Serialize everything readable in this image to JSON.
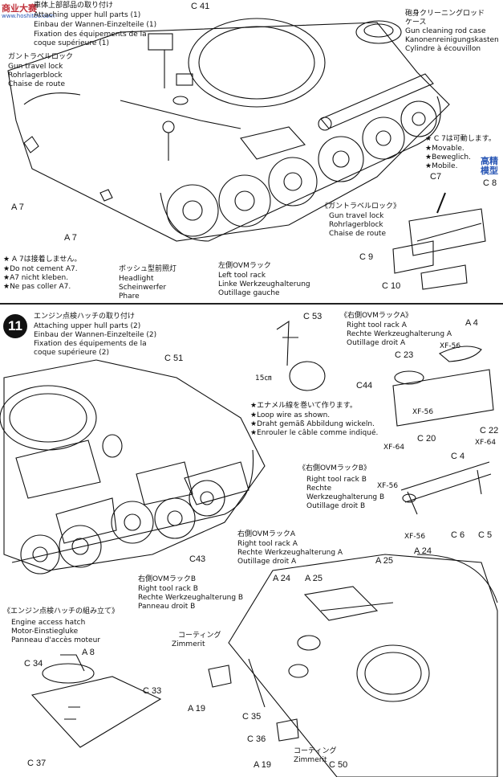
{
  "watermark": {
    "top_left": "商业大赛",
    "top_left_sub": "www.hoshitbo.com",
    "right_side": "高精模型"
  },
  "step10": {
    "title_jp": "車体上部部品の取り付け",
    "title_en": "Attaching upper hull parts (1)",
    "title_de": "Einbau der Wannen-Einzelteile (1)",
    "title_fr": "Fixation des équipements de la",
    "title_fr2": "coque supérieure (1)",
    "gun_lock_jp": "ガントラベルロック",
    "gun_lock_en": "Gun travel lock",
    "gun_lock_de": "Rohrlagerblock",
    "gun_lock_fr": "Chaise de route",
    "gun_case_jp1": "砲身クリーニングロッド",
    "gun_case_jp2": "ケース",
    "gun_case_en": "Gun cleaning rod case",
    "gun_case_de": "Kanonenreinigungskasten",
    "gun_case_fr": "Cylindre à écouvillon",
    "c41": "C 41",
    "a7a": "A 7",
    "a7b": "A 7",
    "a7_note_jp": "★ A 7は接着しません。",
    "a7_note_en": "★Do not cement A7.",
    "a7_note_de": "★A7 nicht kleben.",
    "a7_note_fr": "★Ne pas coller A7.",
    "headlight_jp": "ボッシュ型前照灯",
    "headlight_en": "Headlight",
    "headlight_de": "Scheinwerfer",
    "headlight_fr": "Phare",
    "left_rack_jp": "左側OVMラック",
    "left_rack_en": "Left tool rack",
    "left_rack_de": "Linke Werkzeughalterung",
    "left_rack_fr": "Outillage gauche",
    "c7_note_jp": "★ C 7は可動します。",
    "c7_note_en": "★Movable.",
    "c7_note_de": "★Beweglich.",
    "c7_note_fr": "★Mobile.",
    "c7": "C7",
    "c8": "C 8",
    "c9": "C 9",
    "c10": "C 10",
    "inset_jp": "《ガントラベルロック》",
    "inset_en": "Gun travel lock",
    "inset_de": "Rohrlagerblock",
    "inset_fr": "Chaise de route"
  },
  "step11": {
    "number": "11",
    "title_jp": "エンジン点検ハッチの取り付け",
    "title_en": "Attaching upper hull parts (2)",
    "title_de": "Einbau der Wannen-Einzelteile (2)",
    "title_fr": "Fixation des équipements de la",
    "title_fr2": "coque supérieure (2)",
    "c53": "C 53",
    "c51": "C 51",
    "c43": "C43",
    "dim15": "15㎝",
    "wire_jp": "★エナメル線を巻いて作ります。",
    "wire_en": "★Loop wire as shown.",
    "wire_de": "★Draht gemäß Abbildung wickeln.",
    "wire_fr": "★Enrouler le câble comme indiqué.",
    "rackA_jp": "《右側OVMラックA》",
    "rackA_en": "Right tool rack A",
    "rackA_de": "Rechte Werkzeughalterung A",
    "rackA_fr": "Outillage droit A",
    "a4": "A 4",
    "c23": "C 23",
    "xf56a": "XF-56",
    "c44": "C44",
    "c20": "C 20",
    "c22": "C 22",
    "xf56b": "XF-56",
    "xf64a": "XF-64",
    "xf64b": "XF-64",
    "rackB_jp": "《右側OVMラックB》",
    "rackB_en": "Right tool rack B",
    "rackB_de": "Rechte",
    "rackB_de2": "Werkzeughalterung B",
    "rackB_fr": "Outillage droit B",
    "c4": "C 4",
    "xf56c": "XF-56",
    "xf56d": "XF-56",
    "c6": "C 6",
    "c5": "C 5",
    "rAmain_jp": "右側OVMラックA",
    "rAmain_en": "Right tool rack A",
    "rAmain_de": "Rechte Werkzeughalterung A",
    "rAmain_fr": "Outillage droit A",
    "rBmain_jp": "右側OVMラックB",
    "rBmain_en": "Right tool rack B",
    "rBmain_de": "Rechte Werkzeughalterung B",
    "rBmain_fr": "Panneau droit B",
    "hatch_jp": "《エンジン点検ハッチの組み立て》",
    "hatch_en": "Engine access hatch",
    "hatch_de": "Motor-Einstiegluke",
    "hatch_fr": "Panneau d'accès moteur",
    "a8": "A 8",
    "c34": "C 34",
    "c33": "C 33",
    "c37": "C 37",
    "coat_jp": "コーティング",
    "coat_en": "Zimmerit",
    "coat2_jp": "コーティング",
    "coat2_en": "Zimmerit",
    "a19a": "A 19",
    "a19b": "A 19",
    "c35": "C 35",
    "c36": "C 36",
    "c50": "C 50",
    "a24a": "A 24",
    "a25a": "A 25",
    "a25b": "A 25",
    "a24b": "A 24"
  }
}
